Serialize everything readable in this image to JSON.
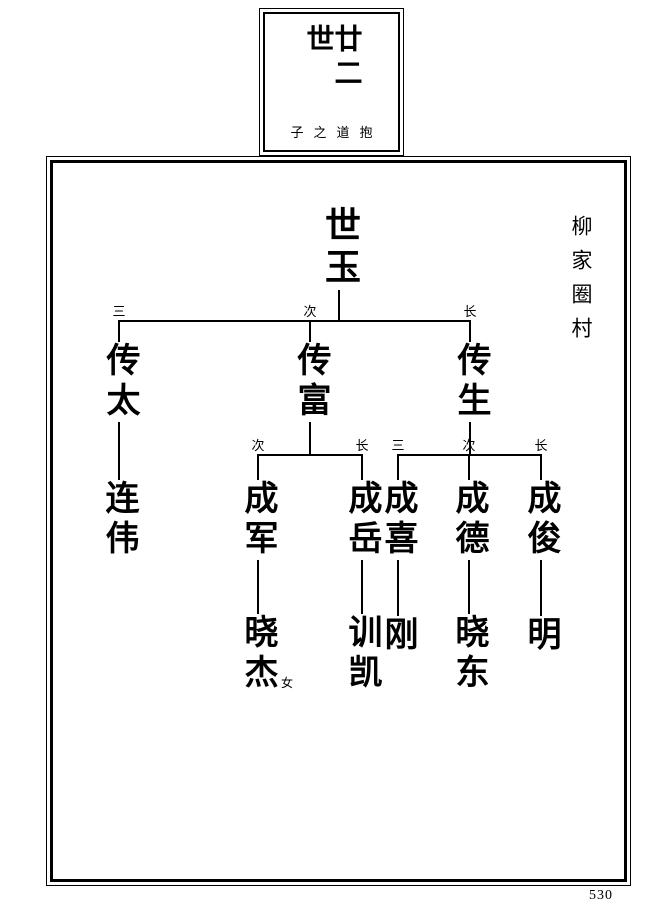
{
  "header": {
    "generation_title": "廿二世",
    "subtitle": "子之道抱"
  },
  "village_label": "柳家圈村",
  "page_number": "530",
  "tree": {
    "root": {
      "name": "世玉"
    },
    "branches": [
      {
        "order_label": "三",
        "name": "传太",
        "children": [
          {
            "name": "连伟"
          }
        ]
      },
      {
        "order_label": "次",
        "name": "传富",
        "children": [
          {
            "order_label": "次",
            "name": "成军",
            "children": [
              {
                "name": "晓杰",
                "gender_mark": "女"
              }
            ]
          },
          {
            "order_label": "长",
            "name": "成岳",
            "children": [
              {
                "name": "训凯"
              }
            ]
          }
        ]
      },
      {
        "order_label": "长",
        "name": "传生",
        "children": [
          {
            "order_label": "三",
            "name": "成喜",
            "children": [
              {
                "name": "刚"
              }
            ]
          },
          {
            "order_label": "次",
            "name": "成德",
            "children": [
              {
                "name": "晓东"
              }
            ]
          },
          {
            "order_label": "长",
            "name": "成俊",
            "children": [
              {
                "name": "明"
              }
            ]
          }
        ]
      }
    ]
  }
}
